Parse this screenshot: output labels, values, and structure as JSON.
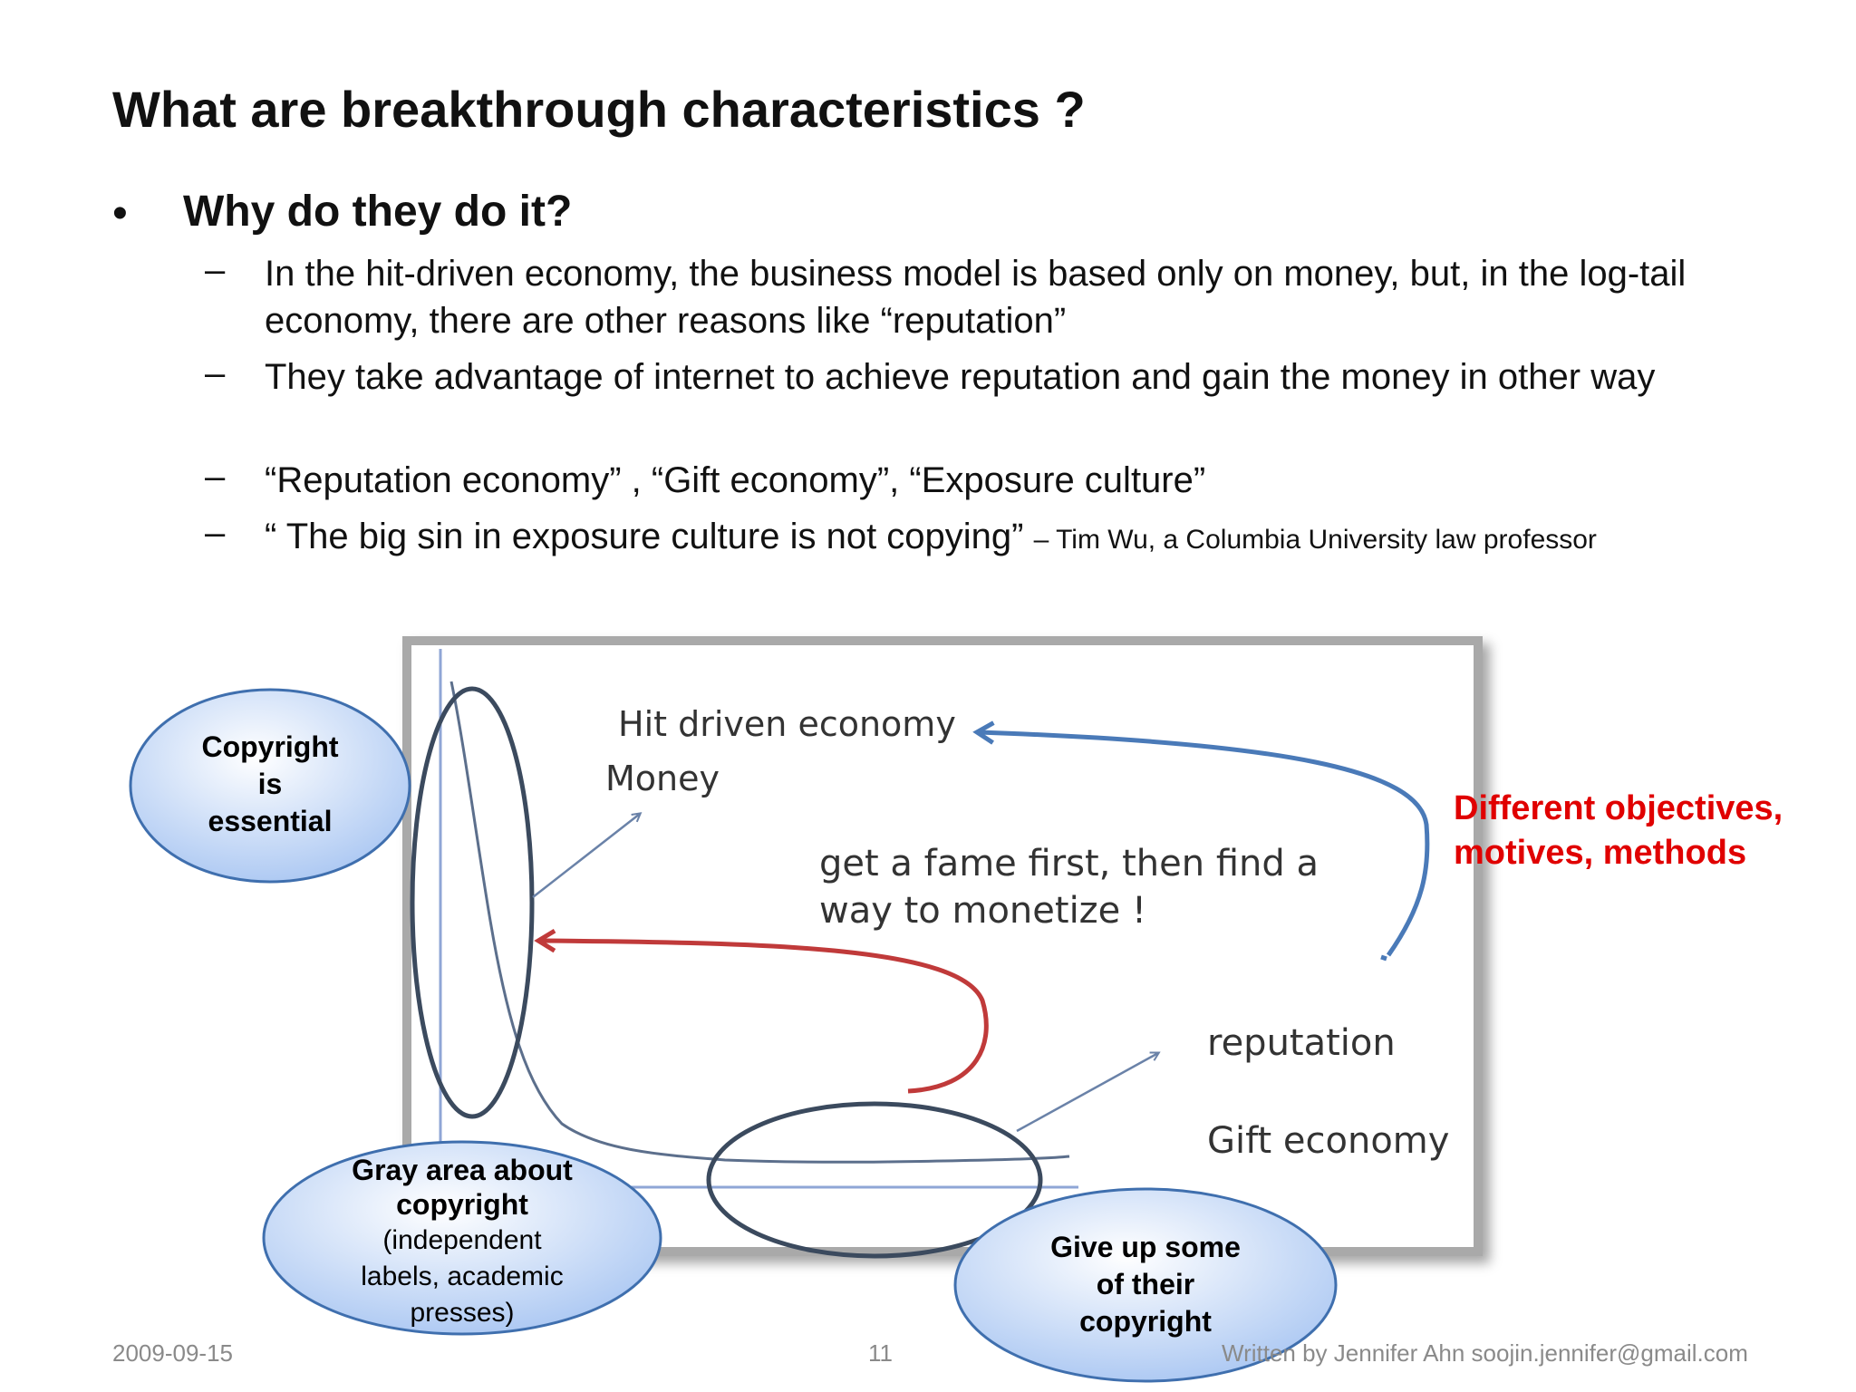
{
  "slide": {
    "title": "What are breakthrough characteristics ?",
    "bullet": {
      "marker": "•",
      "heading": "Why do they do it?",
      "dash": "–",
      "subitems": [
        {
          "text": "In the hit-driven economy, the business model is based only on money, but, in the log-tail economy, there are other reasons like “reputation”"
        },
        {
          "text": "They take advantage of internet to achieve reputation and gain the money in other way"
        },
        {
          "text": "“Reputation economy” , “Gift economy”, “Exposure culture”"
        },
        {
          "text": "“ The big sin in exposure culture is not copying”",
          "attribution": "– Tim Wu, a Columbia University law professor"
        }
      ]
    }
  },
  "diagram": {
    "labels": {
      "hit_driven": "Hit driven economy",
      "money": "Money",
      "fame_line1": "get a fame first, then find a",
      "fame_line2": "way to monetize !",
      "reputation": "reputation",
      "gift_economy": "Gift economy"
    },
    "bubbles": {
      "copyright": {
        "line1": "Copyright",
        "line2": "is",
        "line3": "essential"
      },
      "gray_area": {
        "line1": "Gray area about",
        "line2": "copyright",
        "line3": "(independent",
        "line4": "labels, academic",
        "line5": "presses)"
      },
      "give_up": {
        "line1": "Give up some",
        "line2": "of their",
        "line3": "copyright"
      }
    },
    "note": {
      "line1": "Different objectives,",
      "line2": "motives, methods"
    },
    "colors": {
      "red_note": "#e00000",
      "blue_arrow": "#4a7ab8",
      "red_arrow": "#c03a3a",
      "ellipse": "#3b4a5e",
      "bubble_fill": "#c9dcfa"
    }
  },
  "footer": {
    "date": "2009-09-15",
    "page": "11",
    "author": "Written by Jennifer Ahn soojin.jennifer@gmail.com"
  }
}
